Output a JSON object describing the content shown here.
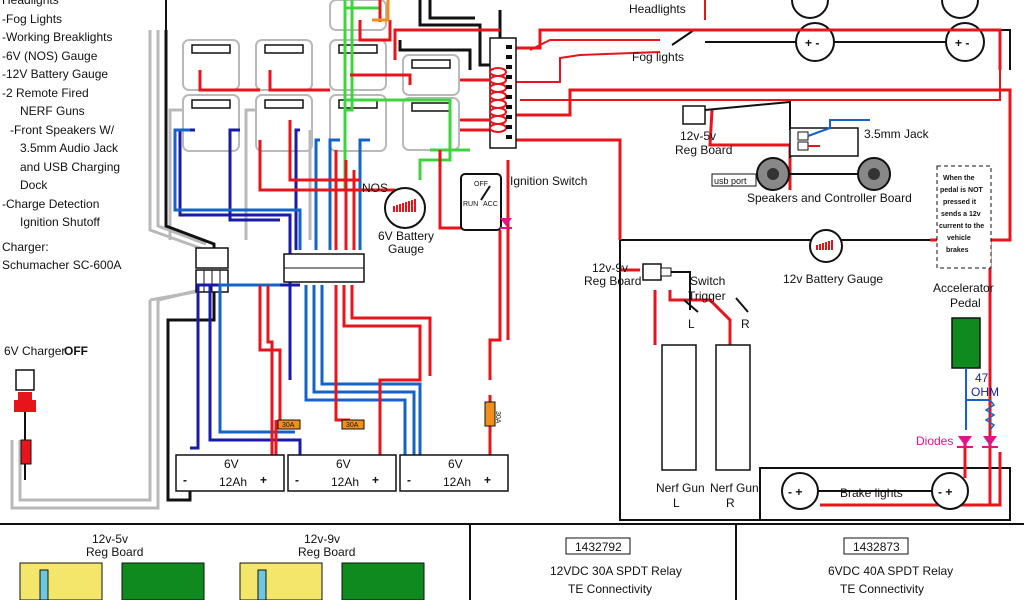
{
  "features": {
    "items": [
      "Headlights",
      "-Fog Lights",
      "-Working Breaklights",
      "-6V (NOS) Gauge",
      "-12V Battery Gauge",
      "-2 Remote Fired",
      "NERF Guns",
      "-Front Speakers W/",
      "3.5mm Audio Jack",
      "and USB Charging",
      "Dock",
      "-Charge Detection",
      "Ignition Shutoff"
    ],
    "charger_label": "Charger:",
    "charger_model": "Schumacher SC-600A"
  },
  "labels": {
    "headlights": "Headlights",
    "fog_lights": "Fog lights",
    "reg_5v": "12v-5v",
    "reg_5v_board": "Reg Board",
    "jack": "3.5mm Jack",
    "usb_port": "usb port",
    "speakers": "Speakers and Controller Board",
    "ignition_switch": "Ignition Switch",
    "ign_off": "OFF",
    "ign_run": "RUN",
    "ign_acc": "ACC",
    "nos": "NOS",
    "gauge6_a": "6V Battery",
    "gauge6_b": "Gauge",
    "gauge12": "12v Battery Gauge",
    "reg_9v": "12v-9v",
    "reg_9v_board": "Reg Board",
    "switch_trigger_a": "Switch",
    "switch_trigger_b": "Trigger",
    "trig_l": "L",
    "trig_r": "R",
    "nerf_l_a": "Nerf Gun",
    "nerf_l_b": "L",
    "nerf_r_a": "Nerf Gun",
    "nerf_r_b": "R",
    "pedal_note": [
      "When the",
      "pedal is NOT",
      "pressed it",
      "sends a 12v",
      "current to the",
      "vehicle",
      "brakes"
    ],
    "accelerator_a": "Accelerator",
    "accelerator_b": "Pedal",
    "ohm_a": "47",
    "ohm_b": "OHM",
    "diodes": "Diodes",
    "brake_lights": "Brake lights",
    "charger_off_a": "6V Charger",
    "charger_off_b": "OFF",
    "fuse_30a": "30A",
    "battery_v": "6V",
    "battery_ah": "12Ah",
    "plus": "+",
    "minus": "-",
    "minus_plus": "- +",
    "plus_minus": "+ -"
  },
  "bottom": {
    "reg_5v_a": "12v-5v",
    "reg_5v_b": "Reg Board",
    "reg_9v_a": "12v-9v",
    "reg_9v_b": "Reg Board",
    "relay1_part": "1432792",
    "relay1_desc": "12VDC 30A SPDT Relay",
    "relay1_mfr": "TE Connectivity",
    "relay2_part": "1432873",
    "relay2_desc": "6VDC 40A SPDT Relay",
    "relay2_mfr": "TE Connectivity"
  },
  "colors": {
    "red": "#e8141b",
    "blue": "#1663c7",
    "dark_blue": "#1a1aa8",
    "green": "#3fd43f",
    "gray": "#b9b9b9",
    "black": "#111111",
    "magenta": "#e0158a",
    "pedal_green": "#0f8a1f",
    "yellow": "#f3e66a",
    "orange": "#f0901a"
  }
}
